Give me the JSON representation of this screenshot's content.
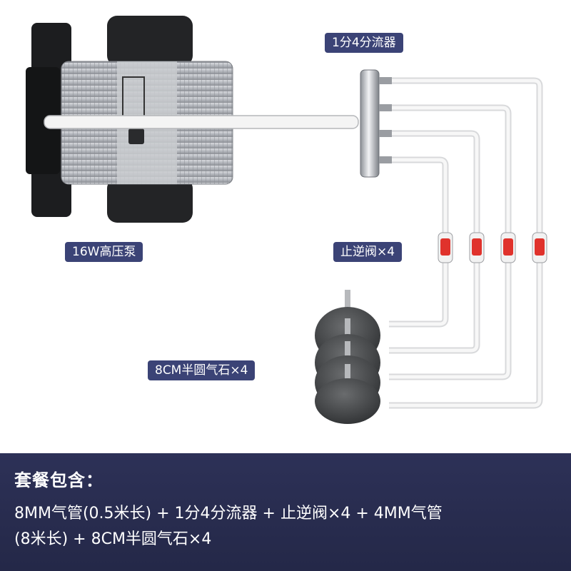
{
  "labels": {
    "splitter": "1分4分流器",
    "pump": "16W高压泵",
    "check_valve": "止逆阀×4",
    "air_stone": "8CM半圆气石×4"
  },
  "package": {
    "title": "套餐包含：",
    "line1": "8MM气管(0.5米长) + 1分4分流器 + 止逆阀×4 + 4MM气管",
    "line2": "(8米长) + 8CM半圆气石×4"
  },
  "colors": {
    "label_bg": "#3b4376",
    "footer_bg": "#2a2e52",
    "valve_red": "#e0322c",
    "pump_silver": "#b9bcc2",
    "stone_gray": "#4e5052"
  }
}
